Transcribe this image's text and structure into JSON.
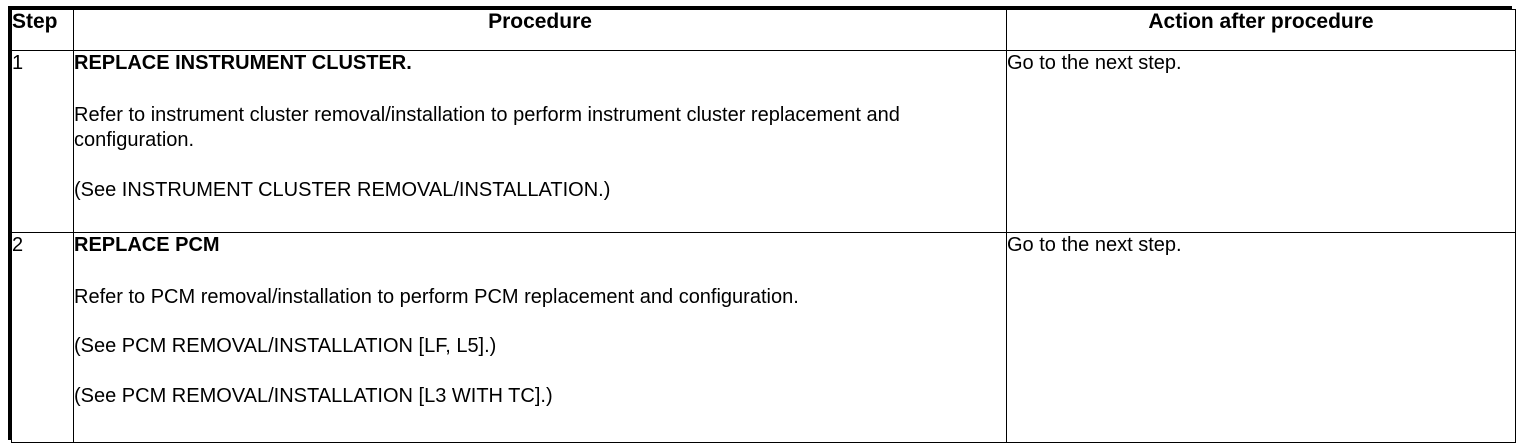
{
  "table": {
    "headers": {
      "step": "Step",
      "procedure": "Procedure",
      "action": "Action after procedure"
    },
    "rows": [
      {
        "step": "1",
        "procedure_lines": [
          "REPLACE INSTRUMENT CLUSTER.",
          "Refer to instrument cluster removal/installation to perform instrument cluster replacement and configuration.",
          "(See INSTRUMENT CLUSTER REMOVAL/INSTALLATION.)"
        ],
        "action": "Go to the next step."
      },
      {
        "step": "2",
        "procedure_lines": [
          "REPLACE PCM",
          "Refer to PCM removal/installation to perform PCM replacement and configuration.",
          "(See PCM REMOVAL/INSTALLATION [LF, L5].)",
          "(See PCM REMOVAL/INSTALLATION [L3 WITH TC].)"
        ],
        "action": "Go to the next step."
      }
    ]
  },
  "colors": {
    "border": "#000000",
    "text": "#000000",
    "background": "#ffffff"
  }
}
